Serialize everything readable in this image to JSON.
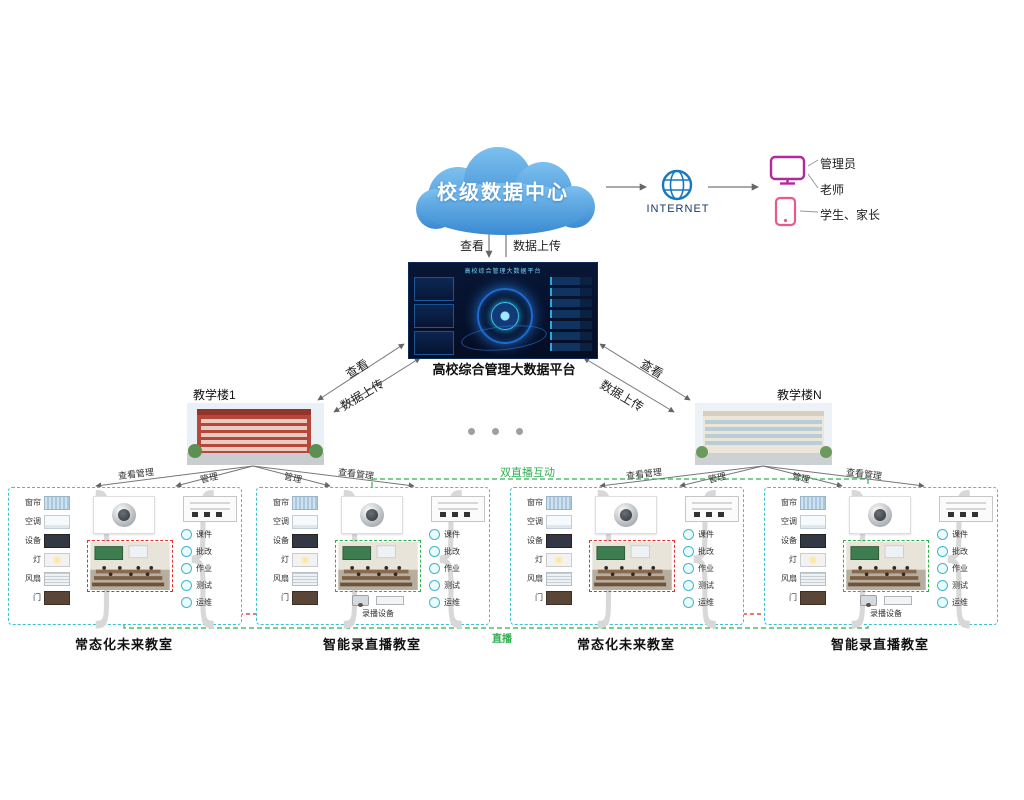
{
  "header": {
    "cloud": "校级数据中心",
    "internet": "INTERNET",
    "users": [
      "管理员",
      "老师",
      "学生、家长"
    ]
  },
  "platform": {
    "caption": "高校综合管理大数据平台",
    "screen_title": "高校综合管理大数据平台"
  },
  "links": {
    "view": "查看",
    "upload": "数据上传",
    "view_manage": "查看管理",
    "manage": "管理"
  },
  "buildings": {
    "left": "教学楼1",
    "right": "教学楼N"
  },
  "broadcast": {
    "dual": "双直播互动",
    "live": "直播"
  },
  "common": {
    "devices": [
      "窗帘",
      "空调",
      "设备",
      "灯",
      "风扇",
      "门"
    ],
    "apps": [
      "课件",
      "批改",
      "作业",
      "测试",
      "运维"
    ],
    "recorder": "录播设备"
  },
  "classrooms": [
    {
      "caption": "常态化未来教室"
    },
    {
      "caption": "智能录直播教室"
    },
    {
      "caption": "常态化未来教室"
    },
    {
      "caption": "智能录直播教室"
    }
  ]
}
